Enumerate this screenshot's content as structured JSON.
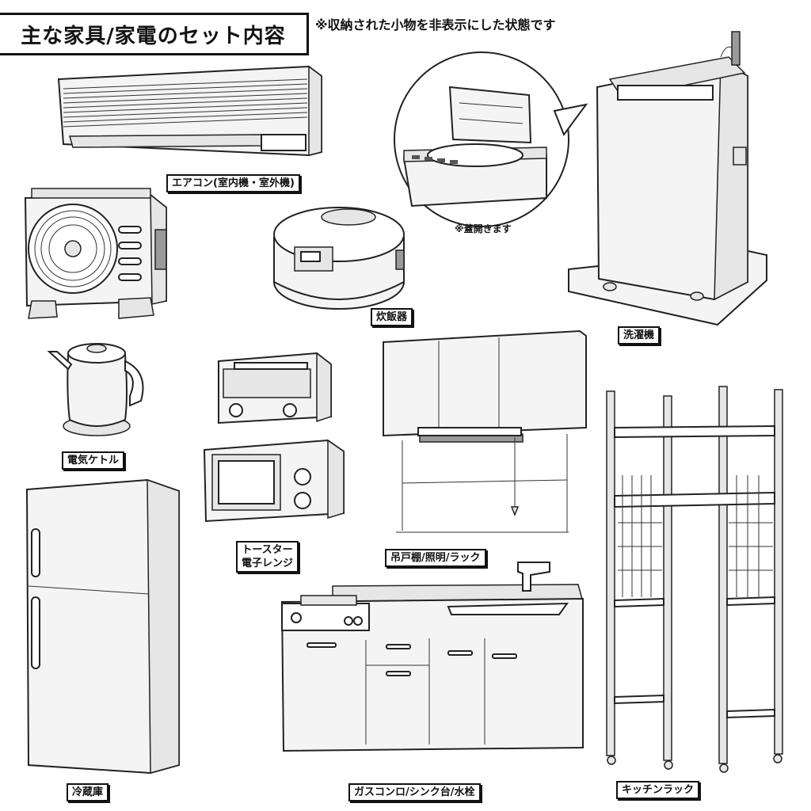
{
  "header": {
    "title": "主な家具/家電のセット内容",
    "note": "※収納された小物を非表示にした状態です"
  },
  "items": {
    "aircon": "エアコン(室内機・室外機)",
    "washer_note": "※蓋開きます",
    "rice_cooker": "炊飯器",
    "washer": "洗濯機",
    "kettle": "電気ケトル",
    "toaster_line1": "トースター",
    "toaster_line2": "電子レンジ",
    "cabinet": "吊戸棚/照明/ラック",
    "fridge": "冷蔵庫",
    "kitchen": "ガスコンロ/シンク台/水栓",
    "rack": "キッチンラック"
  }
}
